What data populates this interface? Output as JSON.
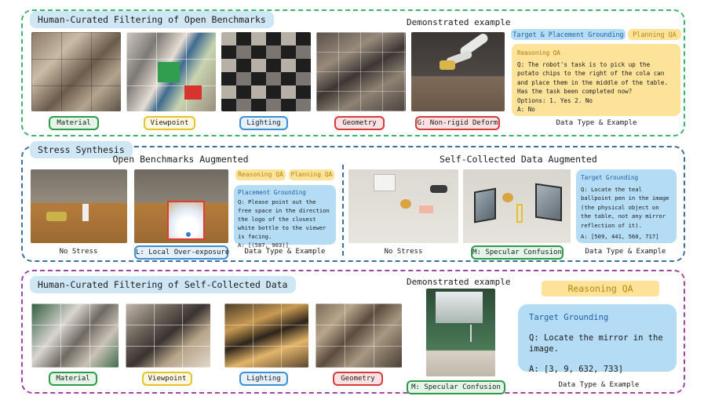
{
  "colors": {
    "green_dash": "#3bb56a",
    "blue_dash": "#3d6f9e",
    "purple_dash": "#a044a8",
    "title_bg": "#cfe6f4",
    "qa_yellow": "#fde29a",
    "qa_blue": "#b5dcf5",
    "tag_green": "#2e9b4a",
    "tag_yellow": "#e5c22b",
    "tag_blue": "#3f8fd1",
    "tag_red": "#d43b3b"
  },
  "top": {
    "title": "Human-Curated Filtering of Open Benchmarks",
    "tags": [
      "Material",
      "Viewpoint",
      "Lighting",
      "Geometry",
      "G: Non-rigid Deform"
    ],
    "demo_label": "Demonstrated example",
    "chips": {
      "target_placement_a": "Target & ",
      "target_placement_b": "Placement Grounding",
      "planning": "Planning QA"
    },
    "qa": {
      "head": "Reasoning QA",
      "question": "Q: The robot's task is to pick up the potato chips to the right of the cola can and place them in the middle of the table. Has the task been completed now?",
      "options": "Options: 1. Yes  2. No",
      "answer": "A: No"
    },
    "data_type": "Data Type & Example"
  },
  "middle": {
    "title": "Stress Synthesis",
    "left_heading": "Open Benchmarks Augmented",
    "right_heading": "Self-Collected Data Augmented",
    "no_stress_left": "No Stress",
    "exposure_tag": "L: Local Over-exposure",
    "chips": {
      "reasoning": "Reasoning QA",
      "planning": "Planning QA"
    },
    "qa_left": {
      "head": "Placement Grounding",
      "question": "Q: Please point out the free space in the direction the logo of the closest white bottle to the viewer is facing.",
      "answer": "A: [(587, 903)]"
    },
    "data_type_left": "Data Type & Example",
    "no_stress_right": "No Stress",
    "specular_tag": "M: Specular Confusion",
    "qa_right": {
      "head": "Target Grounding",
      "question": "Q: Locate the teal ballpoint pen in the image (the physical object on the table, not any mirror reflection of it).",
      "answer": "A: [509, 441, 560, 717]"
    },
    "data_type_right": "Data Type & Example"
  },
  "bottom": {
    "title": "Human-Curated Filtering of Self-Collected Data",
    "tags": [
      "Material",
      "Viewpoint",
      "Lighting",
      "Geometry"
    ],
    "demo_label": "Demonstrated example",
    "specular_tag": "M: Specular Confusion",
    "reasoning_chip": "Reasoning QA",
    "qa": {
      "head": "Target Grounding",
      "question": "Q: Locate the mirror in the image.",
      "answer": "A: [3, 9, 632, 733]"
    },
    "data_type": "Data Type & Example"
  }
}
